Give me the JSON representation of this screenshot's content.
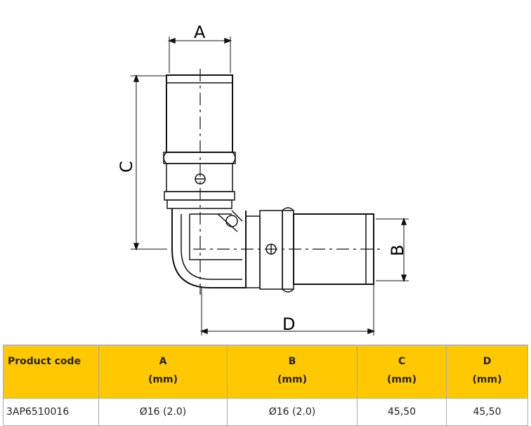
{
  "drawing": {
    "dim_a": "A",
    "dim_b": "B",
    "dim_c": "C",
    "dim_d": "D"
  },
  "table": {
    "headers": [
      {
        "name": "Product code",
        "unit": ""
      },
      {
        "name": "A",
        "unit": "(mm)"
      },
      {
        "name": "B",
        "unit": "(mm)"
      },
      {
        "name": "C",
        "unit": "(mm)"
      },
      {
        "name": "D",
        "unit": "(mm)"
      }
    ],
    "rows": [
      [
        "3AP6510016",
        "Ø16 (2.0)",
        "Ø16 (2.0)",
        "45,50",
        "45,50"
      ]
    ]
  }
}
